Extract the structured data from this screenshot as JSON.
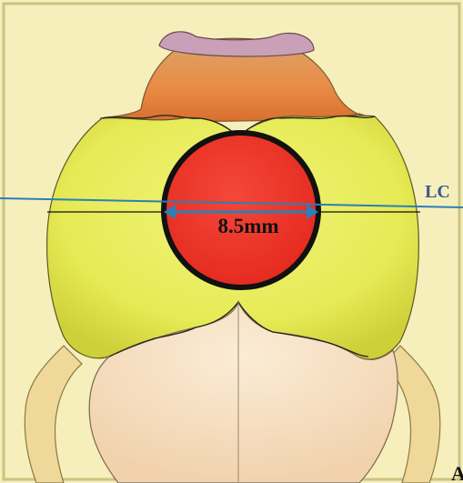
{
  "labels": {
    "line_label": "LC",
    "measurement": "8.5mm",
    "panel_letter": "A"
  },
  "colors": {
    "background": "#f7f1bf",
    "frame": "#c9c27e",
    "parietal": "#e8ec55",
    "frontal": "#f7e0c0",
    "occipital": "#e48a44",
    "craniotomy": "#ef3323",
    "reference_line": "#2c7fb8",
    "label_blue": "#3a5a8c"
  }
}
